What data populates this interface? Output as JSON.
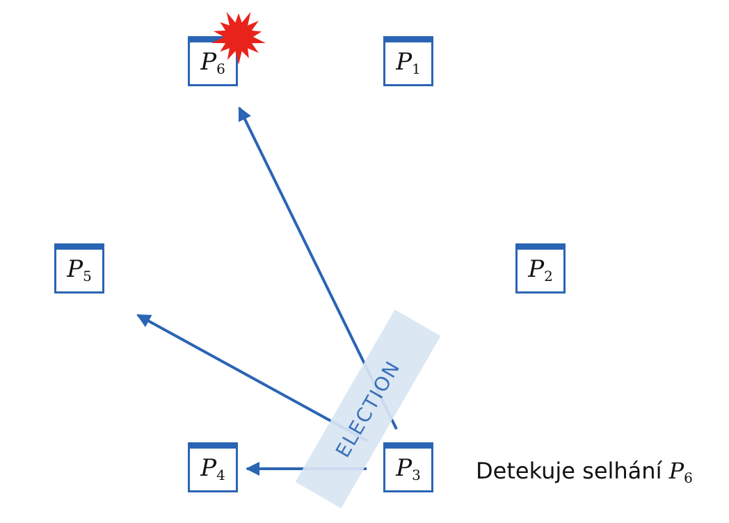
{
  "processes": {
    "p1": {
      "symbol": "P",
      "index": "1"
    },
    "p2": {
      "symbol": "P",
      "index": "2"
    },
    "p3": {
      "symbol": "P",
      "index": "3"
    },
    "p4": {
      "symbol": "P",
      "index": "4"
    },
    "p5": {
      "symbol": "P",
      "index": "5"
    },
    "p6": {
      "symbol": "P",
      "index": "6"
    }
  },
  "message": {
    "label": "ELECTION"
  },
  "caption": {
    "text": "Detekuje selhání ",
    "symbol": "P",
    "index": "6"
  },
  "colors": {
    "accent": "#2a64b4",
    "crash": "#e8231c",
    "band": "#d9e5f3"
  },
  "icons": {
    "failure": "crash-burst-icon"
  }
}
